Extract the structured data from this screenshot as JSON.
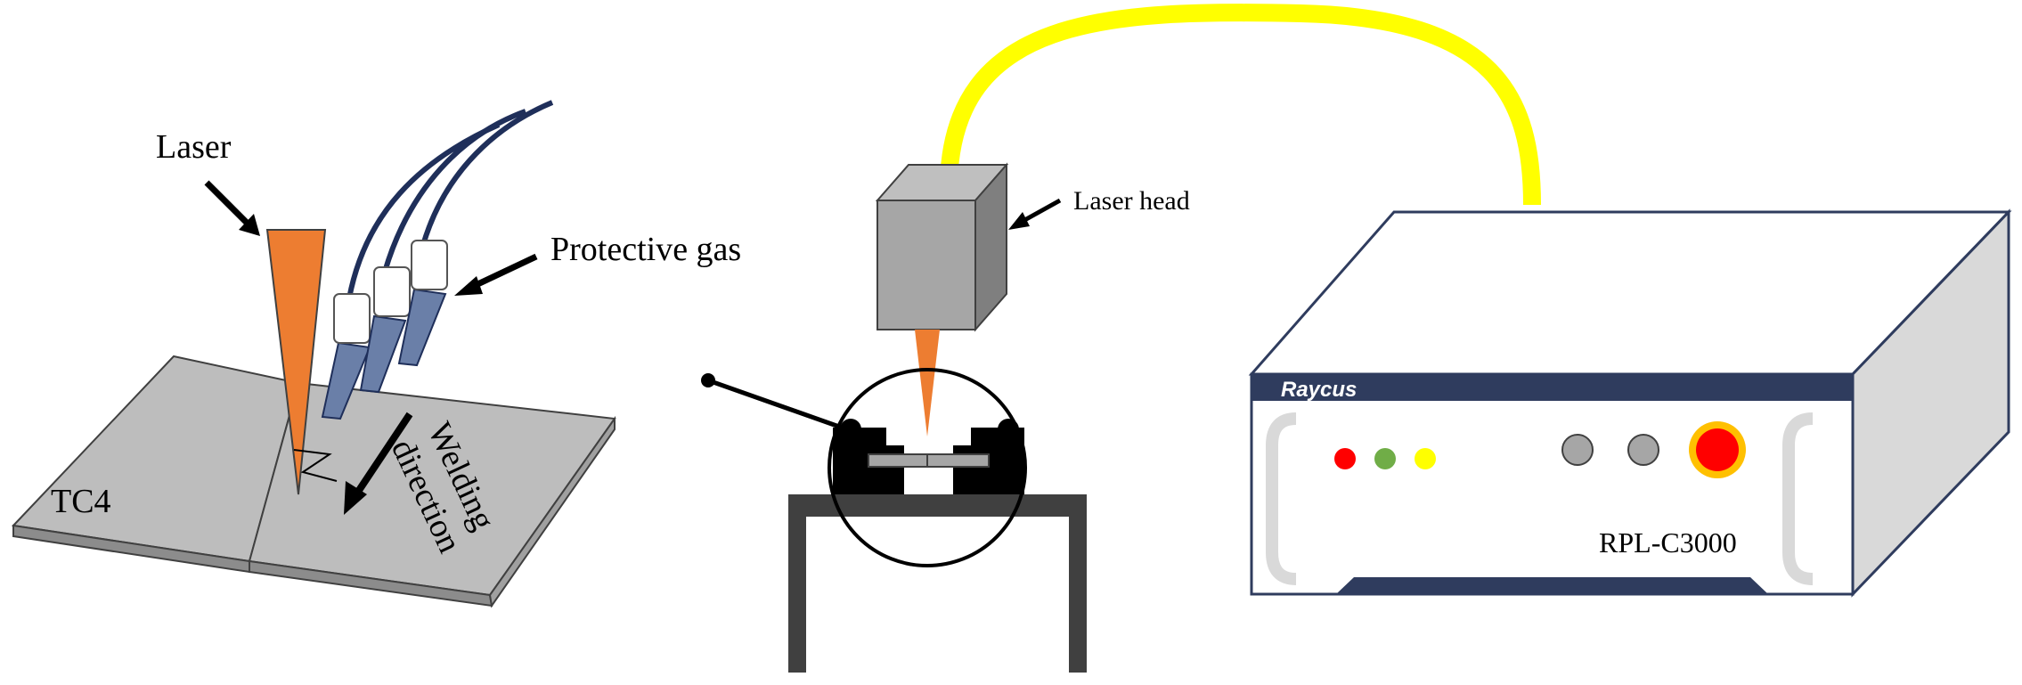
{
  "labels": {
    "laser": "Laser",
    "protective_gas": "Protective gas",
    "welding_line1": "Welding",
    "welding_line2": "direction",
    "material": "TC4",
    "laser_head": "Laser head",
    "brand": "Raycus",
    "model": "RPL-C3000"
  },
  "colors": {
    "beam": "#ED7D31",
    "fiber": "#FFFF00",
    "plate": "#BDBDBD",
    "cabinet_band": "#2F3C5E",
    "led_red": "#FF0000",
    "led_green": "#70AD47",
    "led_yellow": "#FFFF00",
    "knob": "#A6A6A6",
    "estop": "#FF0000",
    "estop_ring": "#FFC000",
    "gas_tube": "#1F2F5A"
  }
}
